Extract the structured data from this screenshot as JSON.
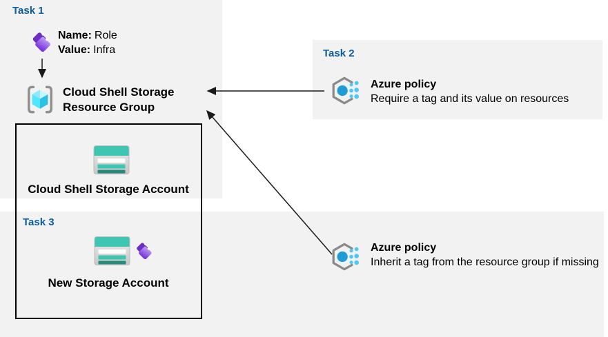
{
  "task1": {
    "label": "Task 1",
    "tag_name_label": "Name:",
    "tag_name_value": "Role",
    "tag_value_label": "Value:",
    "tag_value_value": "Infra",
    "resource_group_line1": "Cloud Shell Storage",
    "resource_group_line2": "Resource Group",
    "storage_account_label": "Cloud Shell Storage Account"
  },
  "task2": {
    "label": "Task 2",
    "policy_title": "Azure policy",
    "policy_description": "Require a tag and its value on resources"
  },
  "task3": {
    "label": "Task 3",
    "storage_account_label": "New Storage Account"
  },
  "inherit_policy": {
    "title": "Azure policy",
    "description": "Inherit a tag from the resource group if missing"
  },
  "icons": {
    "tag": "tag-icon",
    "resource_group": "resource-group-icon",
    "storage_account": "storage-account-icon",
    "azure_policy": "azure-policy-icon"
  },
  "colors": {
    "panel_background": "#f2f2f2",
    "task_label_blue": "#0b5b9d",
    "text_black": "#000000",
    "tag_purple_dark": "#6b2fc0",
    "tag_purple_light": "#bfa0f4",
    "cube_cyan": "#50e6ff",
    "cube_cyan_dark": "#2bc1e4",
    "bracket_gray": "#8f8f8f",
    "storage_teal": "#3ec6b2",
    "storage_teal_dark": "#26897c",
    "policy_blue": "#1e9cd6",
    "policy_dot_cyan": "#4ac9f3",
    "arrow_black": "#1a1a1a",
    "box_border": "#000000"
  }
}
